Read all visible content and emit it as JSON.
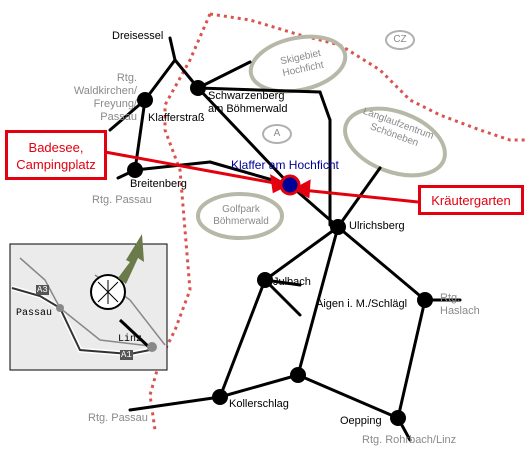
{
  "places": {
    "dreisessel": "Dreisessel",
    "schwarzenberg": "Schwarzenberg\nam Böhmerwald",
    "klafferstrass": "Klafferstraß",
    "breitenberg": "Breitenberg",
    "klaffer": "Klaffer am Hochficht",
    "ulrichsberg": "Ulrichsberg",
    "julbach": "Julbach",
    "aigen": "Aigen i. M./Schlägl",
    "kollerschlag": "Kollerschlag",
    "oepping": "Oepping"
  },
  "directions": {
    "waldkirchen": "Rtg.\nWaldkirchen/\nFreyung/\nPassau",
    "passau_north": "Rtg. Passau",
    "haslach": "Rtg.\nHaslach",
    "passau_south": "Rtg. Passau",
    "rohrbach": "Rtg. Rohrbach/Linz"
  },
  "areas": {
    "skigebiet": "Skigebiet\nHochficht",
    "langlauf": "Langlaufzentrum\nSchöneben",
    "golfpark": "Golfpark\nBöhmerwald"
  },
  "countries": {
    "cz": "CZ",
    "a": "A"
  },
  "callouts": {
    "badesee": "Badesee,\nCampingplatz",
    "kraeutergarten": "Kräutergarten"
  },
  "inset": {
    "passau": "Passau",
    "linz": "Linz",
    "a3": "A3",
    "a1": "A1"
  },
  "colors": {
    "road": "#000000",
    "border": "#d9534f",
    "callout": "#e3000f",
    "area_outline": "#b8b8a8",
    "label_grey": "#8a8a8a",
    "arrow": "#6b7a4b",
    "highlight": "#000099"
  }
}
